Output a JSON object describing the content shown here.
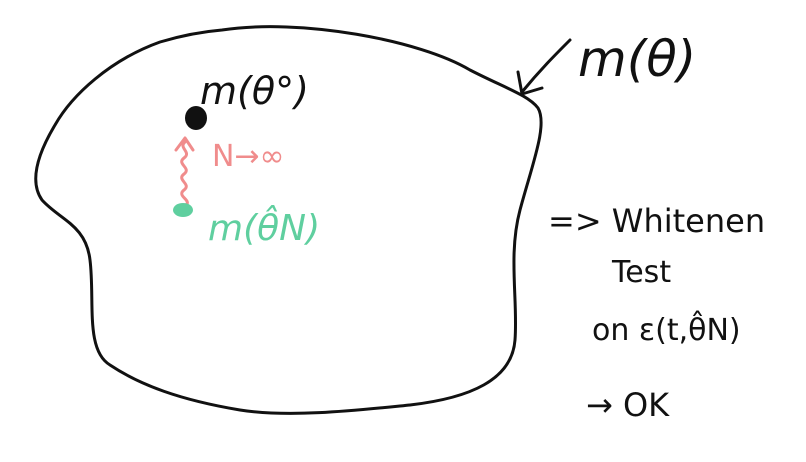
{
  "colors": {
    "ink": "#111111",
    "pink": "#f08c8c",
    "green": "#5fcf9f",
    "background": "#ffffff"
  },
  "labels": {
    "model_set": "m(θ)",
    "true_model": "m(θ°)",
    "limit": "N→∞",
    "estimated_model": "m(θ̂N)"
  },
  "notes": {
    "line1": "=> Whitenen",
    "line2": "Test",
    "line3": "on ε(t,θ̂N)",
    "line4": "→ OK"
  }
}
